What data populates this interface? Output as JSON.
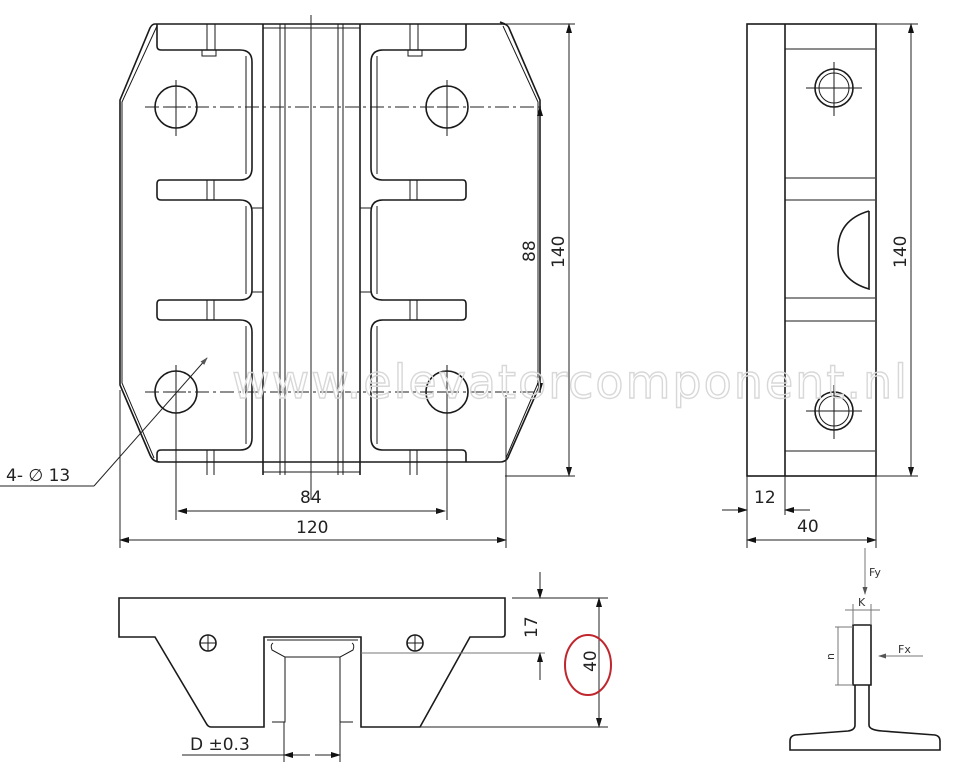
{
  "drawing": {
    "front_view": {
      "dim_hole_spacing_h": "84",
      "dim_overall_width": "120",
      "dim_hole_spacing_v": "88",
      "dim_overall_height": "140",
      "hole_callout": "4- ∅ 13"
    },
    "side_view": {
      "dim_height": "140",
      "dim_flange": "12",
      "dim_depth": "40"
    },
    "bottom_view": {
      "dim_flange_thickness": "17",
      "dim_total_height": "40",
      "dim_slot": "D ±0.3",
      "highlight_color": "#c0262d"
    },
    "rail_diagram": {
      "force_vertical": "Fy",
      "force_horizontal": "Fx",
      "width_label": "K",
      "height_label": "n"
    },
    "watermark": "www.elevatorcomponent.nl"
  }
}
